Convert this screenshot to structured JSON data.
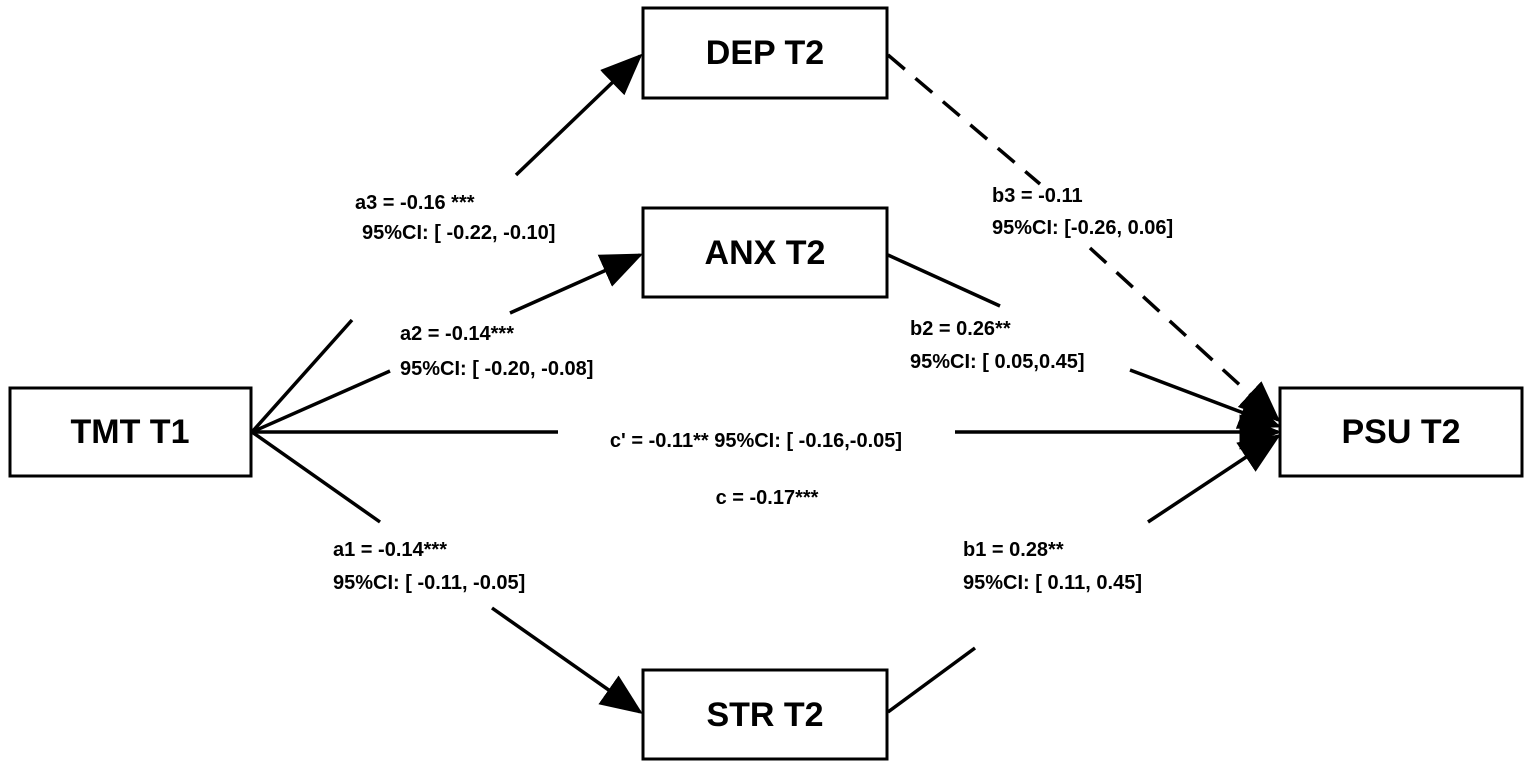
{
  "nodes": {
    "tmt": "TMT T1",
    "dep": "DEP T2",
    "anx": "ANX T2",
    "str": "STR T2",
    "psu": "PSU T2"
  },
  "paths": {
    "a3": {
      "coef": "a3 = -0.16 ***",
      "ci": "95%CI: [ -0.22, -0.10]"
    },
    "a2": {
      "coef": "a2 = -0.14***",
      "ci": "95%CI: [ -0.20, -0.08]"
    },
    "a1": {
      "coef": "a1 = -0.14***",
      "ci": "95%CI: [ -0.11, -0.05]"
    },
    "b3": {
      "coef": "b3 = -0.11",
      "ci": "95%CI: [-0.26, 0.06]"
    },
    "b2": {
      "coef": "b2 = 0.26**",
      "ci": "95%CI: [ 0.05,0.45]"
    },
    "b1": {
      "coef": "b1 = 0.28**",
      "ci": "95%CI: [ 0.11, 0.45]"
    },
    "direct": "c' = -0.11** 95%CI: [ -0.16,-0.05]",
    "total": "c = -0.17***"
  },
  "styles": {
    "b3_line": "dashed",
    "line_color": "#000000"
  }
}
